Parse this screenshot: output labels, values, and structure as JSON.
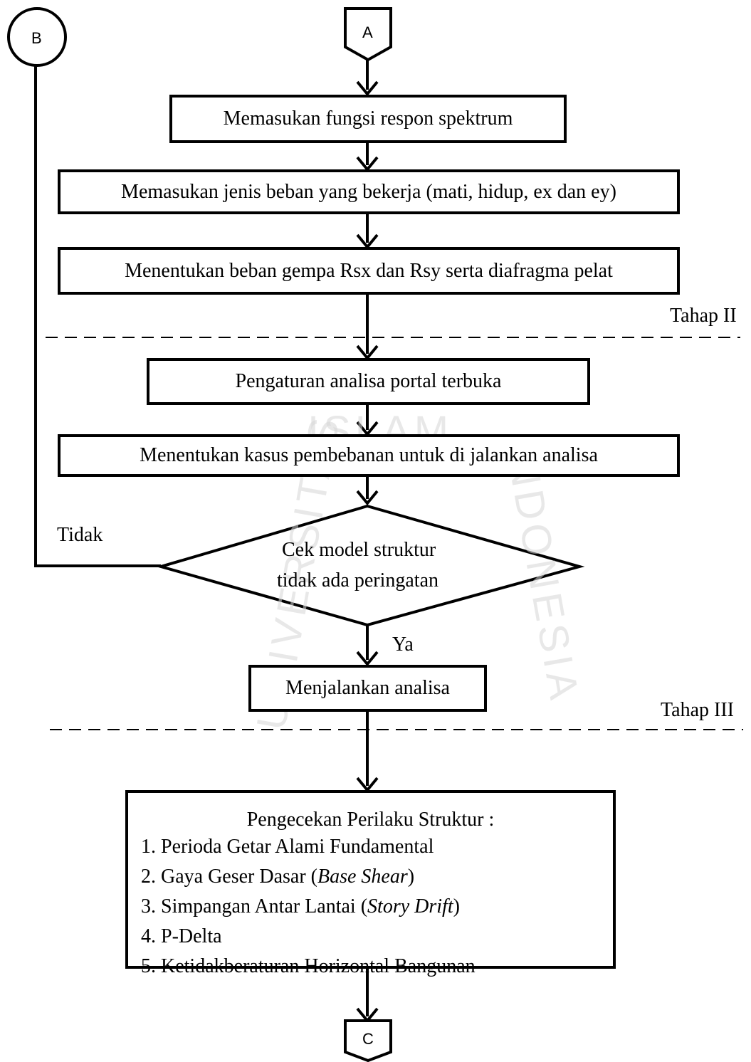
{
  "connectors": {
    "a": "A",
    "b": "B",
    "c": "C"
  },
  "steps": {
    "s1": "Memasukan fungsi respon spektrum",
    "s2": "Memasukan jenis beban yang bekerja (mati, hidup, ex dan ey)",
    "s3": "Menentukan beban gempa Rsx dan Rsy serta diafragma pelat",
    "s4": "Pengaturan analisa portal terbuka",
    "s5": "Menentukan kasus pembebanan untuk di jalankan analisa",
    "s6": "Menjalankan analisa"
  },
  "decision": {
    "line1": "Cek model struktur",
    "line2": "tidak ada peringatan",
    "no_label": "Tidak",
    "yes_label": "Ya"
  },
  "stages": {
    "stage2": "Tahap II",
    "stage3": "Tahap III"
  },
  "checks": {
    "title": "Pengecekan Perilaku Struktur :",
    "item1": "1. Perioda Getar Alami Fundamental",
    "item2_pre": "2. Gaya Geser Dasar (",
    "item2_em": "Base Shear",
    "item2_post": ")",
    "item3_pre": "3. Simpangan Antar Lantai (",
    "item3_em": "Story Drift",
    "item3_post": ")",
    "item4": "4. P-Delta",
    "item5": "5. Ketidakberaturan Horizontal Bangunan"
  },
  "watermark": {
    "top": "ISLAM",
    "left": "UNIVERSITAS",
    "right": "INDONESIA"
  }
}
